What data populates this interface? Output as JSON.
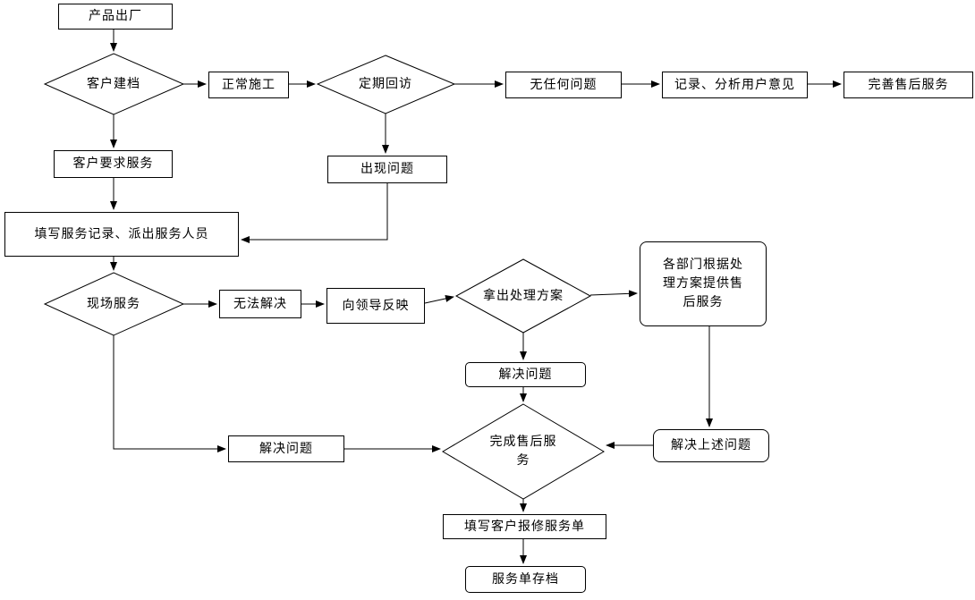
{
  "diagram": {
    "type": "flowchart",
    "language": "zh-CN",
    "topic": "售后服务流程"
  },
  "colors": {
    "line": "#000000",
    "background": "#ffffff",
    "shape_fill": "#ffffff"
  },
  "nodes": {
    "product_ship": {
      "label": "产品出厂",
      "shape": "rectangle"
    },
    "customer_file": {
      "label": "客户建档",
      "shape": "diamond"
    },
    "normal_construction": {
      "label": "正常施工",
      "shape": "rectangle"
    },
    "regular_visit": {
      "label": "定期回访",
      "shape": "diamond"
    },
    "no_problem": {
      "label": "无任何问题",
      "shape": "rectangle"
    },
    "record_analyze": {
      "label": "记录、分析用户意见",
      "shape": "rectangle"
    },
    "improve_service": {
      "label": "完善售后服务",
      "shape": "rectangle"
    },
    "customer_request": {
      "label": "客户要求服务",
      "shape": "rectangle"
    },
    "fill_record": {
      "label": "填写服务记录、派出服务人员",
      "shape": "rectangle"
    },
    "problem_appear": {
      "label": "出现问题",
      "shape": "rectangle"
    },
    "onsite_service": {
      "label": "现场服务",
      "shape": "diamond"
    },
    "cannot_solve": {
      "label": "无法解决",
      "shape": "rectangle"
    },
    "report_leader": {
      "label": "向领导反映",
      "shape": "rectangle"
    },
    "propose_plan": {
      "label": "拿出处理方案",
      "shape": "diamond"
    },
    "departments_provide": {
      "label": "各部门根据处理方案提供售后服务",
      "shape": "rounded-rectangle"
    },
    "solve_problem_mid": {
      "label": "解决问题",
      "shape": "rounded-rectangle"
    },
    "solve_problem_left": {
      "label": "解决问题",
      "shape": "rectangle"
    },
    "solve_above": {
      "label": "解决上述问题",
      "shape": "rounded-rectangle"
    },
    "complete_service": {
      "label": "完成售后服务",
      "shape": "diamond"
    },
    "fill_repair_form": {
      "label": "填写客户报修服务单",
      "shape": "rectangle"
    },
    "archive_form": {
      "label": "服务单存档",
      "shape": "rectangle"
    }
  },
  "edges": [
    {
      "from": "product_ship",
      "to": "customer_file"
    },
    {
      "from": "customer_file",
      "to": "normal_construction"
    },
    {
      "from": "normal_construction",
      "to": "regular_visit"
    },
    {
      "from": "regular_visit",
      "to": "no_problem"
    },
    {
      "from": "no_problem",
      "to": "record_analyze"
    },
    {
      "from": "record_analyze",
      "to": "improve_service"
    },
    {
      "from": "customer_file",
      "to": "customer_request"
    },
    {
      "from": "customer_request",
      "to": "fill_record"
    },
    {
      "from": "regular_visit",
      "to": "problem_appear"
    },
    {
      "from": "problem_appear",
      "to": "fill_record"
    },
    {
      "from": "fill_record",
      "to": "onsite_service"
    },
    {
      "from": "onsite_service",
      "to": "cannot_solve"
    },
    {
      "from": "cannot_solve",
      "to": "report_leader"
    },
    {
      "from": "report_leader",
      "to": "propose_plan"
    },
    {
      "from": "propose_plan",
      "to": "departments_provide"
    },
    {
      "from": "propose_plan",
      "to": "solve_problem_mid"
    },
    {
      "from": "solve_problem_mid",
      "to": "complete_service"
    },
    {
      "from": "departments_provide",
      "to": "solve_above"
    },
    {
      "from": "solve_above",
      "to": "complete_service"
    },
    {
      "from": "onsite_service",
      "to": "solve_problem_left"
    },
    {
      "from": "solve_problem_left",
      "to": "complete_service"
    },
    {
      "from": "complete_service",
      "to": "fill_repair_form"
    },
    {
      "from": "fill_repair_form",
      "to": "archive_form"
    }
  ]
}
